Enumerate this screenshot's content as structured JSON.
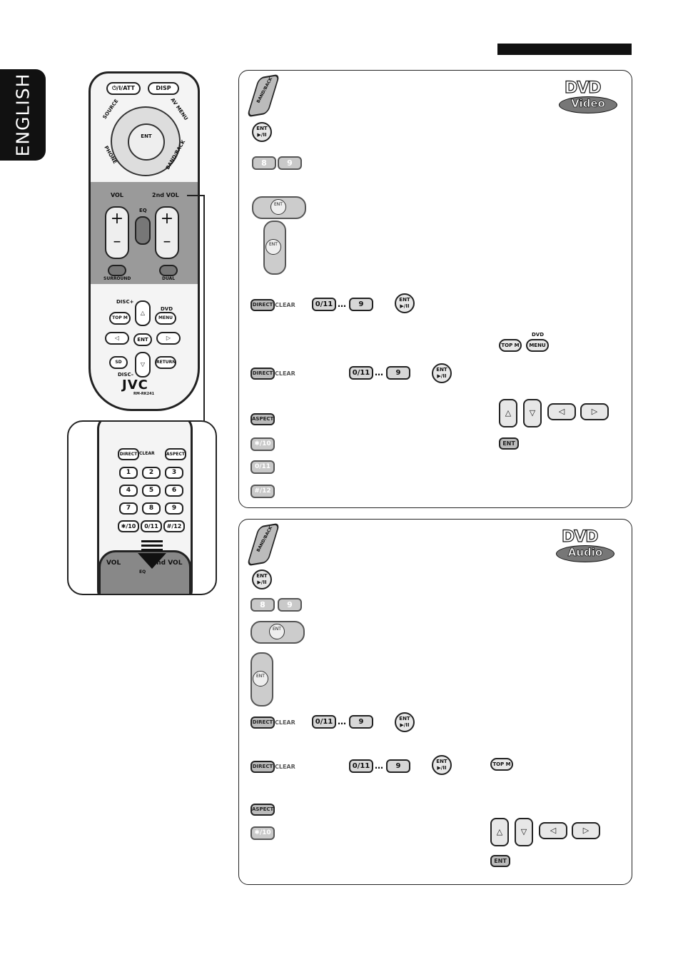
{
  "language_tab": "ENGLISH",
  "remote": {
    "top_buttons": {
      "power": "⏻/I/ATT",
      "disp": "DISP",
      "source": "SOURCE",
      "av_menu": "AV MENU",
      "phone": "PHONE",
      "band_back": "BAND/BACK"
    },
    "center_ent": "ENT",
    "vol_label": "VOL",
    "vol2_label": "2nd VOL",
    "eq_label": "EQ",
    "surround_label": "SURROUND",
    "dual_label": "DUAL",
    "disc_plus": "DISC+",
    "disc_minus": "DISC–",
    "dvd_label": "DVD",
    "top_m": "TOP M",
    "menu": "MENU",
    "ent": "ENT",
    "sd": "SD",
    "return": "RETURN",
    "brand": "JVC",
    "model": "RM-RK241"
  },
  "inset": {
    "direct": "DIRECT",
    "clear": "CLEAR",
    "aspect": "ASPECT",
    "keys": [
      "1",
      "2",
      "3",
      "4",
      "5",
      "6",
      "7",
      "8",
      "9",
      "✱/10",
      "0/11",
      "#/12"
    ],
    "vol_label": "VOL",
    "vol2_label": "2nd VOL",
    "eq_label": "EQ"
  },
  "panel_video": {
    "logo_top": "DVD",
    "logo_bottom": "Video",
    "band_back": "BAND/BACK",
    "ent": "ENT",
    "key8": "8",
    "key9": "9",
    "direct": "DIRECT",
    "clear": "CLEAR",
    "key0": "0/11",
    "dots": "…",
    "dvd_label": "DVD",
    "top_m": "TOP M",
    "menu": "MENU",
    "aspect": "ASPECT",
    "key10": "✱/10",
    "key12": "#/12"
  },
  "panel_audio": {
    "logo_top": "DVD",
    "logo_bottom": "Audio",
    "band_back": "BAND/BACK",
    "ent": "ENT",
    "key8": "8",
    "key9": "9",
    "direct": "DIRECT",
    "clear": "CLEAR",
    "key0": "0/11",
    "dots": "…",
    "top_m": "TOP M",
    "aspect": "ASPECT",
    "key10": "✱/10"
  }
}
